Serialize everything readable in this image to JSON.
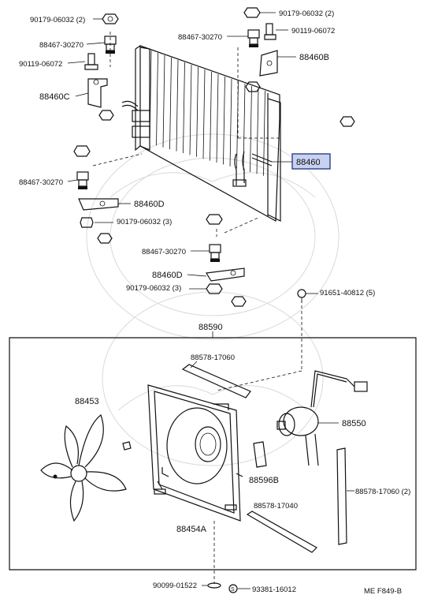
{
  "labels": {
    "l1": "90179-06032 (2)",
    "l2": "88467-30270",
    "l3": "90119-06072",
    "l4": "88460C",
    "l5": "88467-30270",
    "l6": "90179-06032 (2)",
    "l7": "90119-06072",
    "l8": "88460B",
    "l9": "88460",
    "l10": "88467-30270",
    "l11": "88460D",
    "l12": "90179-06032 (3)",
    "l13": "88467-30270",
    "l14": "88460D",
    "l15": "90179-06032 (3)",
    "l16": "91651-40812 (5)",
    "l17": "88590",
    "l18": "88578-17060",
    "l19": "88453",
    "l20": "88550",
    "l21": "88596B",
    "l22": "88578-17060 (2)",
    "l23": "88578-17040",
    "l24": "88454A",
    "l25": "90099-01522",
    "l26": "93381-16012",
    "l27": "ME  F849-B"
  },
  "highlight_color": "#c8d2f0"
}
